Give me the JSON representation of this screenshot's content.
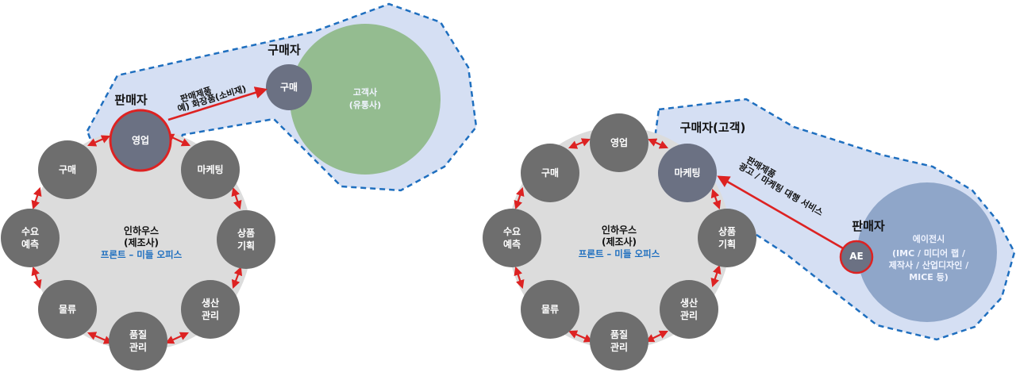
{
  "left_diagram": {
    "center": {
      "title_line1": "인하우스",
      "title_line2": "(제조사)",
      "subtitle": "프론트 – 미들 오피스"
    },
    "nodes": {
      "sales": "영업",
      "marketing": "마케팅",
      "product_planning": [
        "상품",
        "기획"
      ],
      "production": [
        "생산",
        "관리"
      ],
      "quality": [
        "품질",
        "관리"
      ],
      "logistics": "물류",
      "demand": [
        "수요",
        "예측"
      ],
      "purchasing": "구매"
    },
    "seller_label": "판매자",
    "buyer_label": "구매자",
    "buyer_node": "구매",
    "customer": {
      "line1": "고객사",
      "line2": "(유통사)"
    },
    "arrow_label": {
      "line1": "판매제품",
      "line2": "예) 화장품(소비재)"
    }
  },
  "right_diagram": {
    "center": {
      "title_line1": "인하우스",
      "title_line2": "(제조사)",
      "subtitle": "프론트 – 미들 오피스"
    },
    "nodes": {
      "sales": "영업",
      "marketing": "마케팅",
      "product_planning": [
        "상품",
        "기획"
      ],
      "production": [
        "생산",
        "관리"
      ],
      "quality": [
        "품질",
        "관리"
      ],
      "logistics": "물류",
      "demand": [
        "수요",
        "예측"
      ],
      "purchasing": "구매"
    },
    "buyer_label": "구매자(고객)",
    "seller_label": "판매자",
    "seller_node": "AE",
    "agency": {
      "line1": "에이전시",
      "line2": "(IMC / 미디어 랩 /",
      "line3": "제작사 / 산업디자인 /",
      "line4": "MICE 등)"
    },
    "arrow_label": {
      "line1": "판매제품",
      "line2": "광고 / 마케팅 대행 서비스"
    }
  },
  "colors": {
    "node": "#6e6e6e",
    "node_active": "#6b7183",
    "center_circle": "#dcdcdc",
    "region_fill": "#d5dff3",
    "region_border": "#1f6fbf",
    "customer_fill": "#94bc90",
    "agency_fill": "#8fa6c9",
    "arrow": "#dd2222"
  }
}
